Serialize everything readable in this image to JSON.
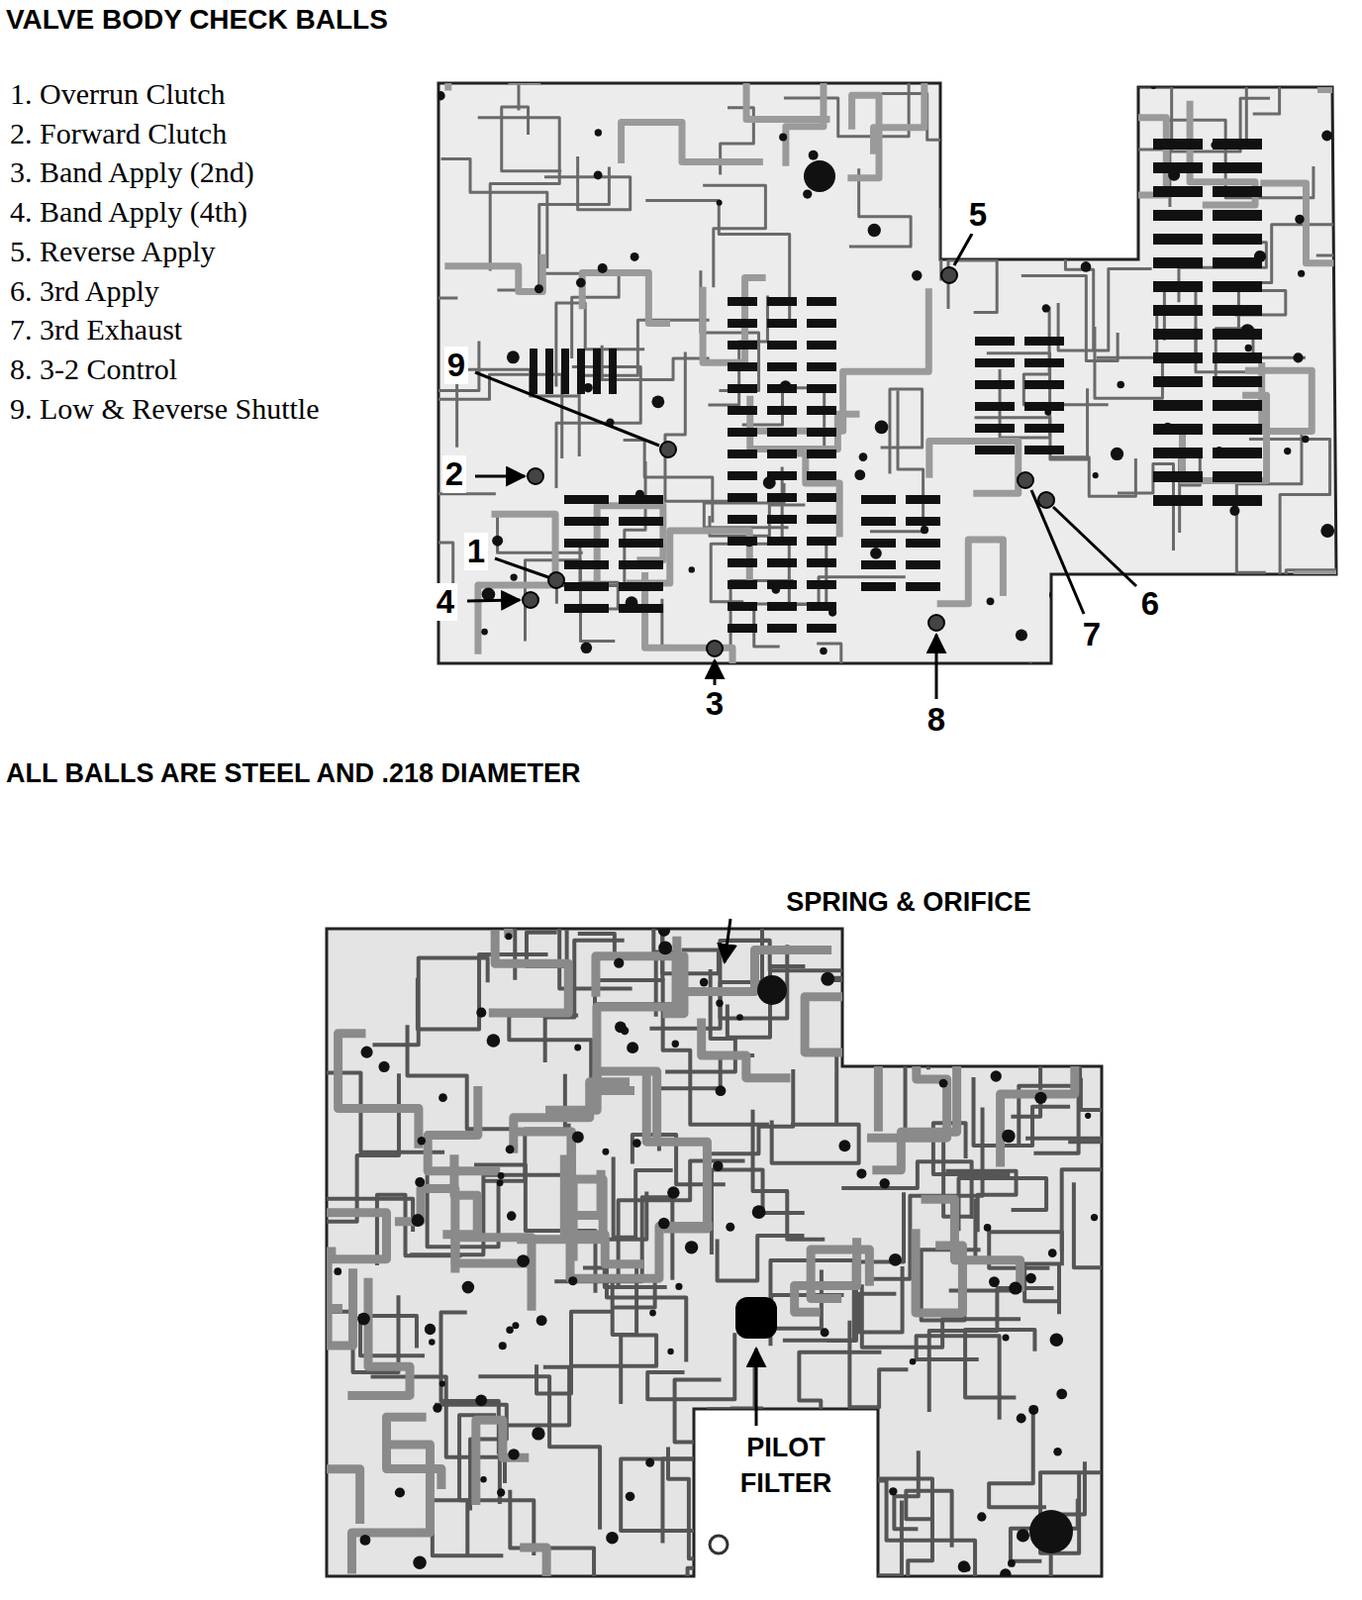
{
  "diagram": {
    "title": "VALVE BODY CHECK BALLS",
    "labels": [
      "1. Overrun Clutch",
      "2. Forward Clutch",
      "3. Band Apply (2nd)",
      "4. Band Apply (4th)",
      "5. Reverse Apply",
      "6. 3rd Apply",
      "7. 3rd Exhaust",
      "8. 3-2 Control",
      "9. Low & Reverse Shuttle",
      "5",
      "9",
      "2",
      "1",
      "4",
      "3",
      "8",
      "7",
      "6",
      "ALL BALLS ARE STEEL AND .218 DIAMETER",
      "SPRING & ORIFICE",
      "PILOT FILTER"
    ]
  }
}
